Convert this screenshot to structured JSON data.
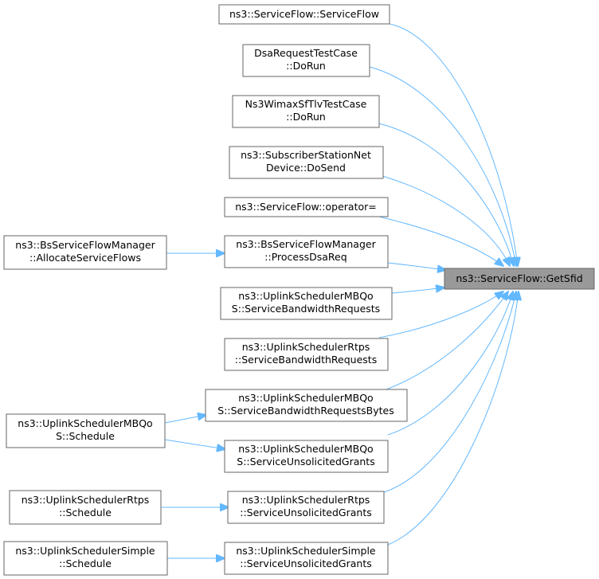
{
  "colors": {
    "edge": "#63b8ff",
    "node_border": "#666666",
    "node_fill": "#ffffff",
    "target_fill": "#999999"
  },
  "target": {
    "lines": [
      "ns3::ServiceFlow::GetSfid"
    ]
  },
  "callers": [
    {
      "lines": [
        "ns3::ServiceFlow::ServiceFlow"
      ]
    },
    {
      "lines": [
        "DsaRequestTestCase",
        "::DoRun"
      ]
    },
    {
      "lines": [
        "Ns3WimaxSfTlvTestCase",
        "::DoRun"
      ]
    },
    {
      "lines": [
        "ns3::SubscriberStationNet",
        "Device::DoSend"
      ]
    },
    {
      "lines": [
        "ns3::ServiceFlow::operator="
      ]
    },
    {
      "lines": [
        "ns3::BsServiceFlowManager",
        "::ProcessDsaReq"
      ]
    },
    {
      "lines": [
        "ns3::UplinkSchedulerMBQo",
        "S::ServiceBandwidthRequests"
      ]
    },
    {
      "lines": [
        "ns3::UplinkSchedulerRtps",
        "::ServiceBandwidthRequests"
      ]
    },
    {
      "lines": [
        "ns3::UplinkSchedulerMBQo",
        "S::ServiceBandwidthRequestsBytes"
      ]
    },
    {
      "lines": [
        "ns3::UplinkSchedulerMBQo",
        "S::ServiceUnsolicitedGrants"
      ]
    },
    {
      "lines": [
        "ns3::UplinkSchedulerRtps",
        "::ServiceUnsolicitedGrants"
      ]
    },
    {
      "lines": [
        "ns3::UplinkSchedulerSimple",
        "::ServiceUnsolicitedGrants"
      ]
    }
  ],
  "outer_callers": [
    {
      "lines": [
        "ns3::BsServiceFlowManager",
        "::AllocateServiceFlows"
      ]
    },
    {
      "lines": [
        "ns3::UplinkSchedulerMBQo",
        "S::Schedule"
      ]
    },
    {
      "lines": [
        "ns3::UplinkSchedulerRtps",
        "::Schedule"
      ]
    },
    {
      "lines": [
        "ns3::UplinkSchedulerSimple",
        "::Schedule"
      ]
    }
  ]
}
